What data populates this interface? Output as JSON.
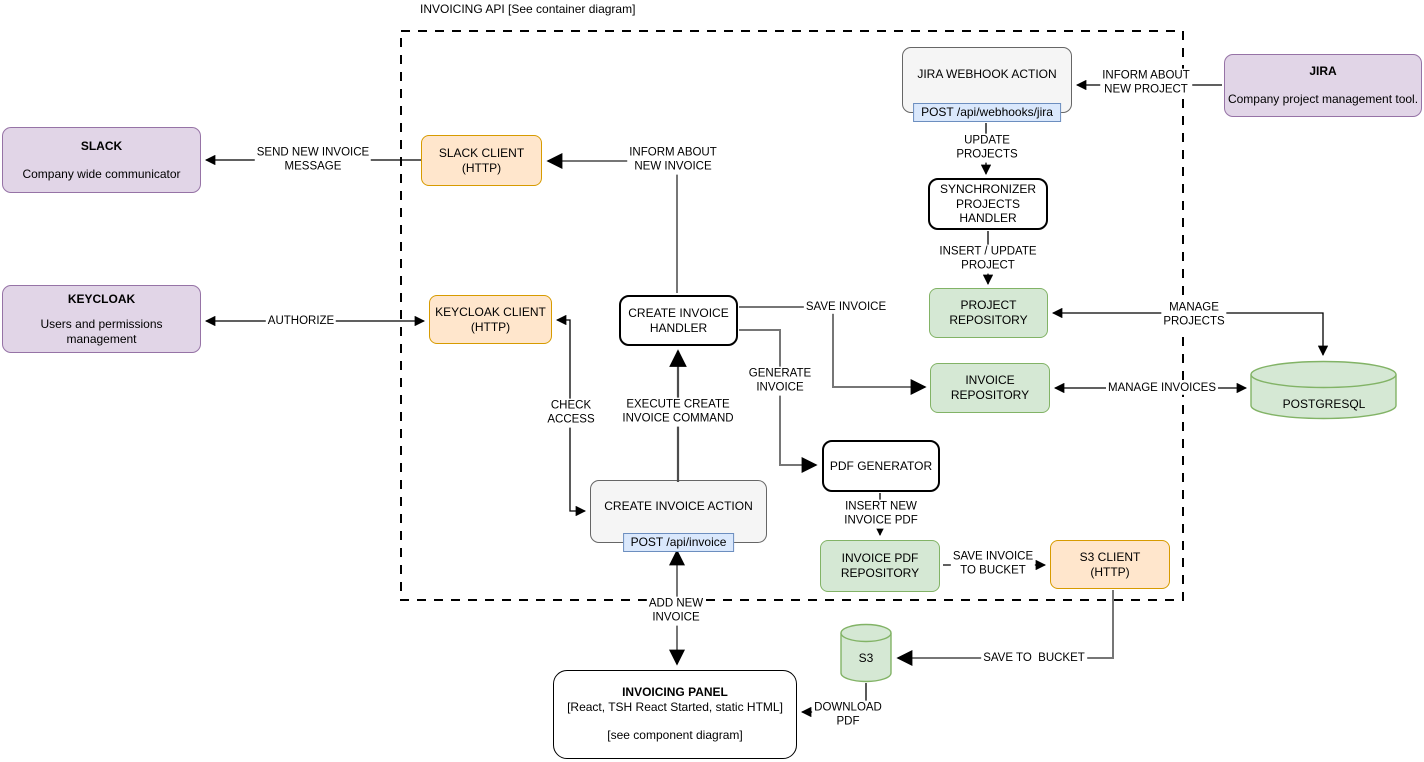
{
  "diagram_title": "INVOICING API [See container diagram]",
  "colors": {
    "purple_fill": "#E1D5E7",
    "purple_stroke": "#9673A6",
    "orange_fill": "#FFE6CC",
    "orange_stroke": "#D79B00",
    "green_fill": "#D5E8D4",
    "green_stroke": "#82B366",
    "blue_fill": "#DAE8FC",
    "blue_stroke": "#6C8EBF",
    "gray_fill": "#F5F5F5",
    "gray_stroke": "#666666"
  },
  "nodes": {
    "jira": {
      "title": "JIRA",
      "subtitle": "Company project management tool."
    },
    "slack": {
      "title": "SLACK",
      "subtitle": "Company wide communicator"
    },
    "keycloak": {
      "title": "KEYCLOAK",
      "subtitle": "Users and permissions\nmanagement"
    },
    "jira_webhook_action": {
      "label": "JIRA WEBHOOK ACTION",
      "badge": "POST /api/webhooks/jira"
    },
    "synchronizer": {
      "label": "SYNCHRONIZER\nPROJECTS\nHANDLER"
    },
    "project_repository": {
      "label": "PROJECT\nREPOSITORY"
    },
    "invoice_repository": {
      "label": "INVOICE\nREPOSITORY"
    },
    "slack_client": {
      "label": "SLACK CLIENT\n(HTTP)"
    },
    "keycloak_client": {
      "label": "KEYCLOAK CLIENT\n(HTTP)"
    },
    "create_invoice_handler": {
      "label": "CREATE INVOICE\nHANDLER"
    },
    "pdf_generator": {
      "label": "PDF GENERATOR"
    },
    "create_invoice_action": {
      "label": "CREATE INVOICE ACTION",
      "badge": "POST /api/invoice"
    },
    "invoice_pdf_repository": {
      "label": "INVOICE PDF\nREPOSITORY"
    },
    "s3_client": {
      "label": "S3 CLIENT\n(HTTP)"
    },
    "postgresql": {
      "label": "POSTGRESQL"
    },
    "s3": {
      "label": "S3"
    },
    "invoicing_panel": {
      "title": "INVOICING PANEL",
      "tech": "[React, TSH React Started, static HTML]",
      "note": "[see component diagram]"
    }
  },
  "edge_labels": {
    "inform_about_new_project": "INFORM ABOUT\nNEW PROJECT",
    "update_projects": "UPDATE\nPROJECTS",
    "insert_update_project": "INSERT / UPDATE\nPROJECT",
    "manage_projects": "MANAGE\nPROJECTS",
    "manage_invoices": "MANAGE INVOICES",
    "save_invoice": "SAVE INVOICE",
    "send_new_invoice_message": "SEND NEW INVOICE\nMESSAGE",
    "inform_about_new_invoice": "INFORM ABOUT\nNEW INVOICE",
    "authorize": "AUTHORIZE",
    "check_access": "CHECK\nACCESS",
    "execute_create_invoice_command": "EXECUTE CREATE\nINVOICE COMMAND",
    "generate_invoice": "GENERATE\nINVOICE",
    "insert_new_invoice_pdf": "INSERT NEW\nINVOICE PDF",
    "save_invoice_to_bucket": "SAVE INVOICE\nTO BUCKET",
    "save_to_bucket": "SAVE TO  BUCKET",
    "download_pdf": "DOWNLOAD\nPDF",
    "add_new_invoice": "ADD NEW\nINVOICE"
  }
}
